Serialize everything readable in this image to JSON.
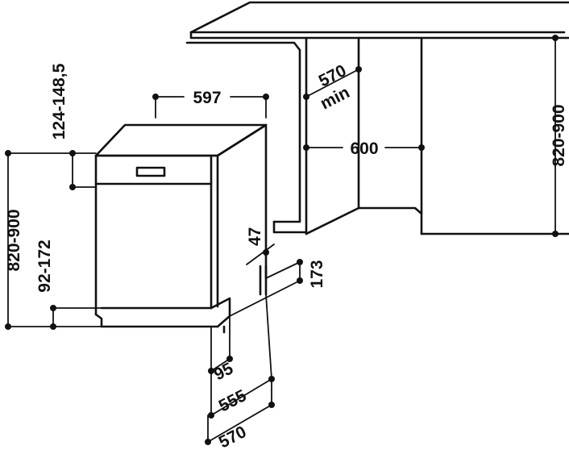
{
  "dimensions": {
    "width_597": "597",
    "depth_570_min": "570",
    "depth_min_label": "min",
    "niche_width_600": "600",
    "niche_height_820_900": "820-900",
    "plinth_124_148": "124-148,5",
    "overall_820_900": "820-900",
    "toe_92_172": "92-172",
    "gap_47": "47",
    "plinth_173": "173",
    "foot_95": "95",
    "depth_555": "555",
    "depth_570": "570"
  }
}
